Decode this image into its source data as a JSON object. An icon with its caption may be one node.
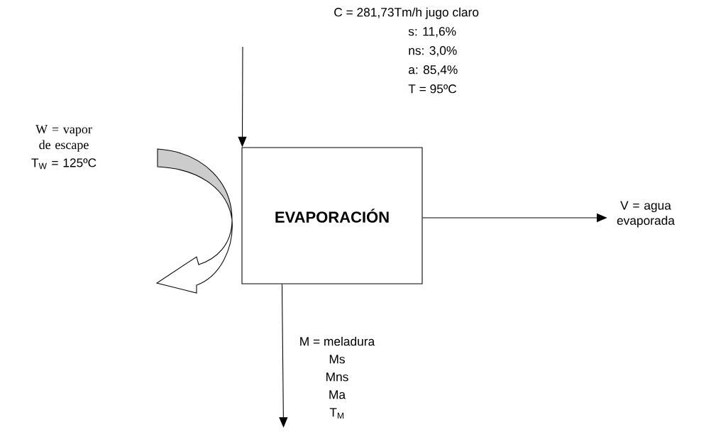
{
  "diagram": {
    "nodes": [
      {
        "text": [
          "EVAPORACIÓN"
        ]
      },
      {
        "text": [
          "C = 281,73Tm/h jugo claro",
          "s: 11,6%",
          "ns: 3,0%",
          "a: 85,4%",
          "T = 95ºC"
        ]
      },
      {
        "text": [
          "V = agua evaporada"
        ]
      },
      {
        "text": [
          "M = meladura",
          "Ms",
          "Mns",
          "Ma",
          "T$_{M}$"
        ]
      },
      {
        "text": [
          "W = vapor de escape",
          "T$_{W}$ = 125ºC"
        ]
      }
    ],
    "edges": [
      {
        "from": null,
        "to": 0,
        "arrow": "to"
      },
      {
        "from": 0,
        "to": 2,
        "arrow": "to"
      },
      {
        "from": 0,
        "to": 3,
        "arrow": "to"
      }
    ]
  }
}
